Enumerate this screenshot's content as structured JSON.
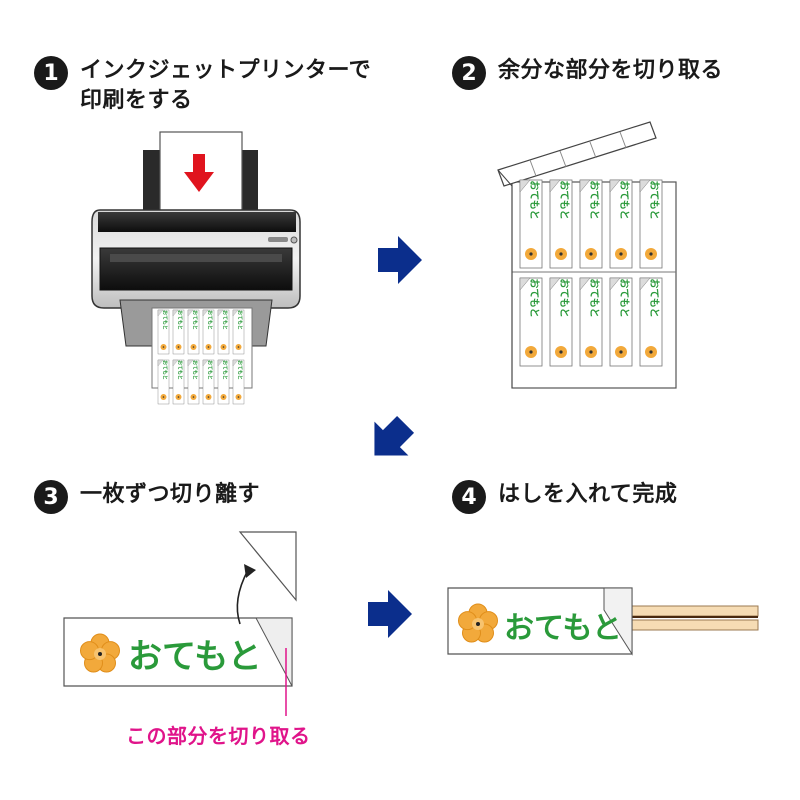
{
  "steps": [
    {
      "number": "1",
      "title_line1": "インクジェットプリンターで",
      "title_line2": "印刷をする"
    },
    {
      "number": "2",
      "title_line1": "余分な部分を切り取る",
      "title_line2": ""
    },
    {
      "number": "3",
      "title_line1": "一枚ずつ切り離す",
      "title_line2": ""
    },
    {
      "number": "4",
      "title_line1": "はしを入れて完成",
      "title_line2": ""
    }
  ],
  "label_name": "おてもと",
  "cut_caption": "この部分を切り取る",
  "colors": {
    "flow_arrow": "#0b2e8c",
    "print_arrow": "#e0141e",
    "label_green": "#2a9a3a",
    "flower_orange": "#f2a93b",
    "caption_magenta": "#e0148a",
    "chopstick": "#f6dcb4"
  },
  "icons": [
    "printer-icon",
    "flower-icon",
    "flow-arrow-icon",
    "curved-arrow-icon"
  ]
}
